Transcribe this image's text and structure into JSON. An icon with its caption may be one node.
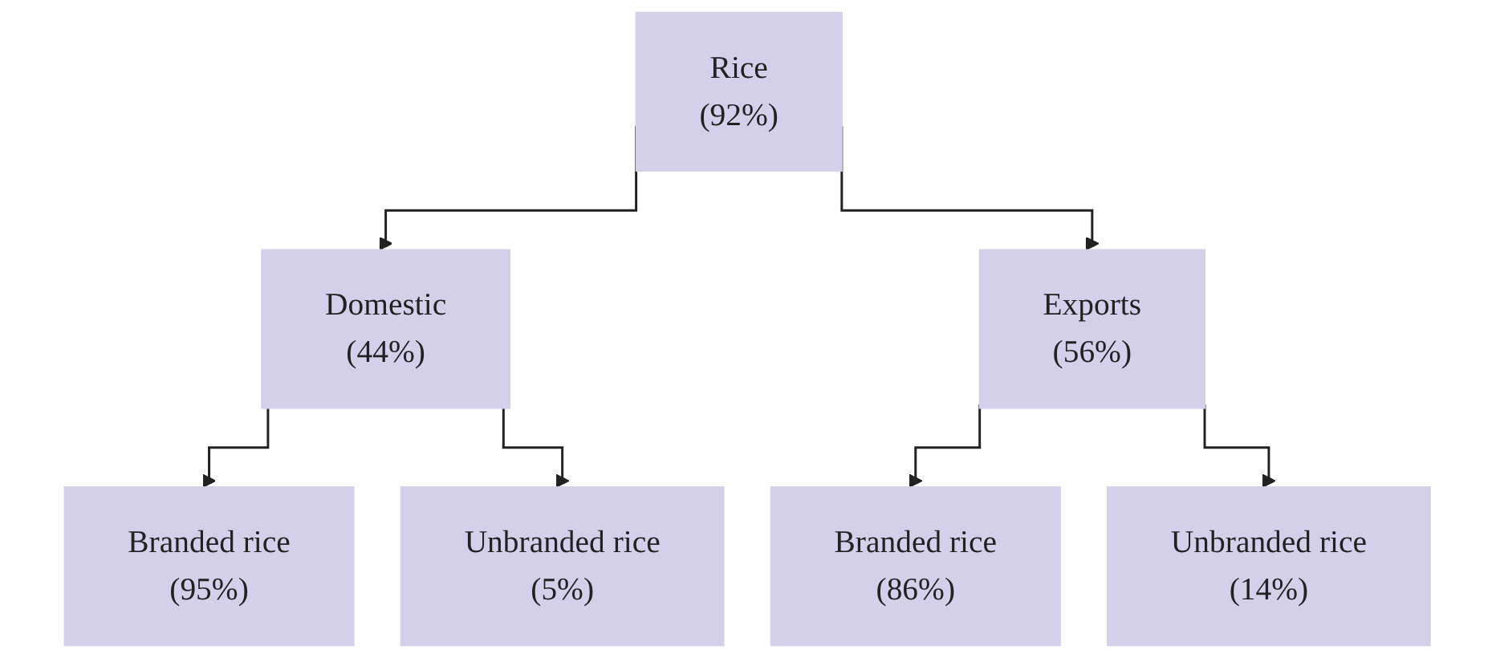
{
  "diagram": {
    "nodes": [
      {
        "text": [
          "Rice",
          "(92%)"
        ]
      },
      {
        "text": [
          "Domestic",
          "(44%)"
        ]
      },
      {
        "text": [
          "Exports",
          "(56%)"
        ]
      },
      {
        "text": [
          "Branded rice",
          "(95%)"
        ]
      },
      {
        "text": [
          "Unbranded rice",
          "(5%)"
        ]
      },
      {
        "text": [
          "Branded rice",
          "(86%)"
        ]
      },
      {
        "text": [
          "Unbranded rice",
          "(14%)"
        ]
      }
    ],
    "edges": [
      {
        "from": 0,
        "to": 1,
        "arrow": "to"
      },
      {
        "from": 0,
        "to": 2,
        "arrow": "to"
      },
      {
        "from": 1,
        "to": 3,
        "arrow": "to"
      },
      {
        "from": 1,
        "to": 4,
        "arrow": "to"
      },
      {
        "from": 2,
        "to": 5,
        "arrow": "to"
      },
      {
        "from": 2,
        "to": 6,
        "arrow": "to"
      }
    ]
  }
}
